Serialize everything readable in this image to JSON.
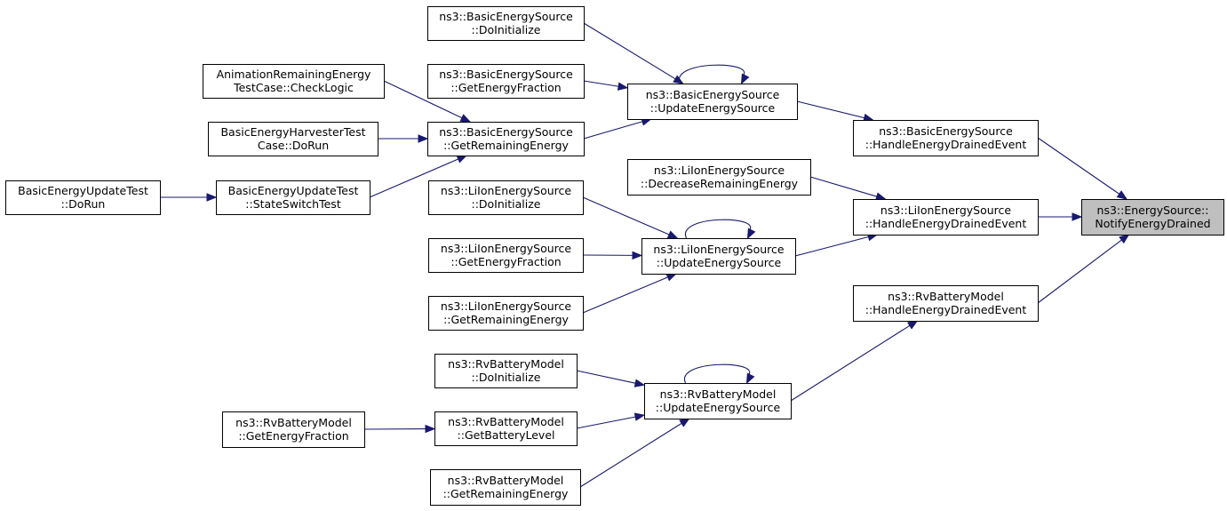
{
  "colors": {
    "edge": "#191970",
    "root_fill": "#bfbfbf",
    "node_fill": "#ffffff",
    "node_stroke": "#000000"
  },
  "nodes": [
    {
      "id": "root",
      "lines": [
        "ns3::EnergySource::",
        "NotifyEnergyDrained"
      ],
      "root": true
    },
    {
      "id": "basic_handle",
      "lines": [
        "ns3::BasicEnergySource",
        "::HandleEnergyDrainedEvent"
      ]
    },
    {
      "id": "liion_handle",
      "lines": [
        "ns3::LiIonEnergySource",
        "::HandleEnergyDrainedEvent"
      ]
    },
    {
      "id": "rv_handle",
      "lines": [
        "ns3::RvBatteryModel",
        "::HandleEnergyDrainedEvent"
      ]
    },
    {
      "id": "basic_update",
      "lines": [
        "ns3::BasicEnergySource",
        "::UpdateEnergySource"
      ]
    },
    {
      "id": "liion_decrease",
      "lines": [
        "ns3::LiIonEnergySource",
        "::DecreaseRemainingEnergy"
      ]
    },
    {
      "id": "liion_update",
      "lines": [
        "ns3::LiIonEnergySource",
        "::UpdateEnergySource"
      ]
    },
    {
      "id": "rv_update",
      "lines": [
        "ns3::RvBatteryModel",
        "::UpdateEnergySource"
      ]
    },
    {
      "id": "basic_doinit",
      "lines": [
        "ns3::BasicEnergySource",
        "::DoInitialize"
      ]
    },
    {
      "id": "basic_getfrac",
      "lines": [
        "ns3::BasicEnergySource",
        "::GetEnergyFraction"
      ]
    },
    {
      "id": "basic_getrem",
      "lines": [
        "ns3::BasicEnergySource",
        "::GetRemainingEnergy"
      ]
    },
    {
      "id": "anim_check",
      "lines": [
        "AnimationRemainingEnergy",
        "TestCase::CheckLogic"
      ]
    },
    {
      "id": "harvester_run",
      "lines": [
        "BasicEnergyHarvesterTest",
        "Case::DoRun"
      ]
    },
    {
      "id": "update_switch",
      "lines": [
        "BasicEnergyUpdateTest",
        "::StateSwitchTest"
      ]
    },
    {
      "id": "update_run",
      "lines": [
        "BasicEnergyUpdateTest",
        "::DoRun"
      ]
    },
    {
      "id": "liion_doinit",
      "lines": [
        "ns3::LiIonEnergySource",
        "::DoInitialize"
      ]
    },
    {
      "id": "liion_getfrac",
      "lines": [
        "ns3::LiIonEnergySource",
        "::GetEnergyFraction"
      ]
    },
    {
      "id": "liion_getrem",
      "lines": [
        "ns3::LiIonEnergySource",
        "::GetRemainingEnergy"
      ]
    },
    {
      "id": "rv_doinit",
      "lines": [
        "ns3::RvBatteryModel",
        "::DoInitialize"
      ]
    },
    {
      "id": "rv_getlevel",
      "lines": [
        "ns3::RvBatteryModel",
        "::GetBatteryLevel"
      ]
    },
    {
      "id": "rv_getfrac",
      "lines": [
        "ns3::RvBatteryModel",
        "::GetEnergyFraction"
      ]
    },
    {
      "id": "rv_getrem",
      "lines": [
        "ns3::RvBatteryModel",
        "::GetRemainingEnergy"
      ]
    }
  ],
  "edges": [
    {
      "from": "basic_handle",
      "to": "root"
    },
    {
      "from": "liion_handle",
      "to": "root"
    },
    {
      "from": "rv_handle",
      "to": "root"
    },
    {
      "from": "basic_update",
      "to": "basic_handle"
    },
    {
      "from": "liion_decrease",
      "to": "liion_handle"
    },
    {
      "from": "liion_update",
      "to": "liion_handle"
    },
    {
      "from": "rv_update",
      "to": "rv_handle"
    },
    {
      "from": "basic_update",
      "to": "basic_update",
      "self": true
    },
    {
      "from": "basic_doinit",
      "to": "basic_update"
    },
    {
      "from": "basic_getfrac",
      "to": "basic_update"
    },
    {
      "from": "basic_getrem",
      "to": "basic_update"
    },
    {
      "from": "anim_check",
      "to": "basic_getrem"
    },
    {
      "from": "harvester_run",
      "to": "basic_getrem"
    },
    {
      "from": "update_switch",
      "to": "basic_getrem"
    },
    {
      "from": "update_run",
      "to": "update_switch"
    },
    {
      "from": "liion_update",
      "to": "liion_update",
      "self": true
    },
    {
      "from": "liion_doinit",
      "to": "liion_update"
    },
    {
      "from": "liion_getfrac",
      "to": "liion_update"
    },
    {
      "from": "liion_getrem",
      "to": "liion_update"
    },
    {
      "from": "rv_update",
      "to": "rv_update",
      "self": true
    },
    {
      "from": "rv_doinit",
      "to": "rv_update"
    },
    {
      "from": "rv_getlevel",
      "to": "rv_update"
    },
    {
      "from": "rv_getrem",
      "to": "rv_update"
    },
    {
      "from": "rv_getfrac",
      "to": "rv_getlevel"
    }
  ]
}
